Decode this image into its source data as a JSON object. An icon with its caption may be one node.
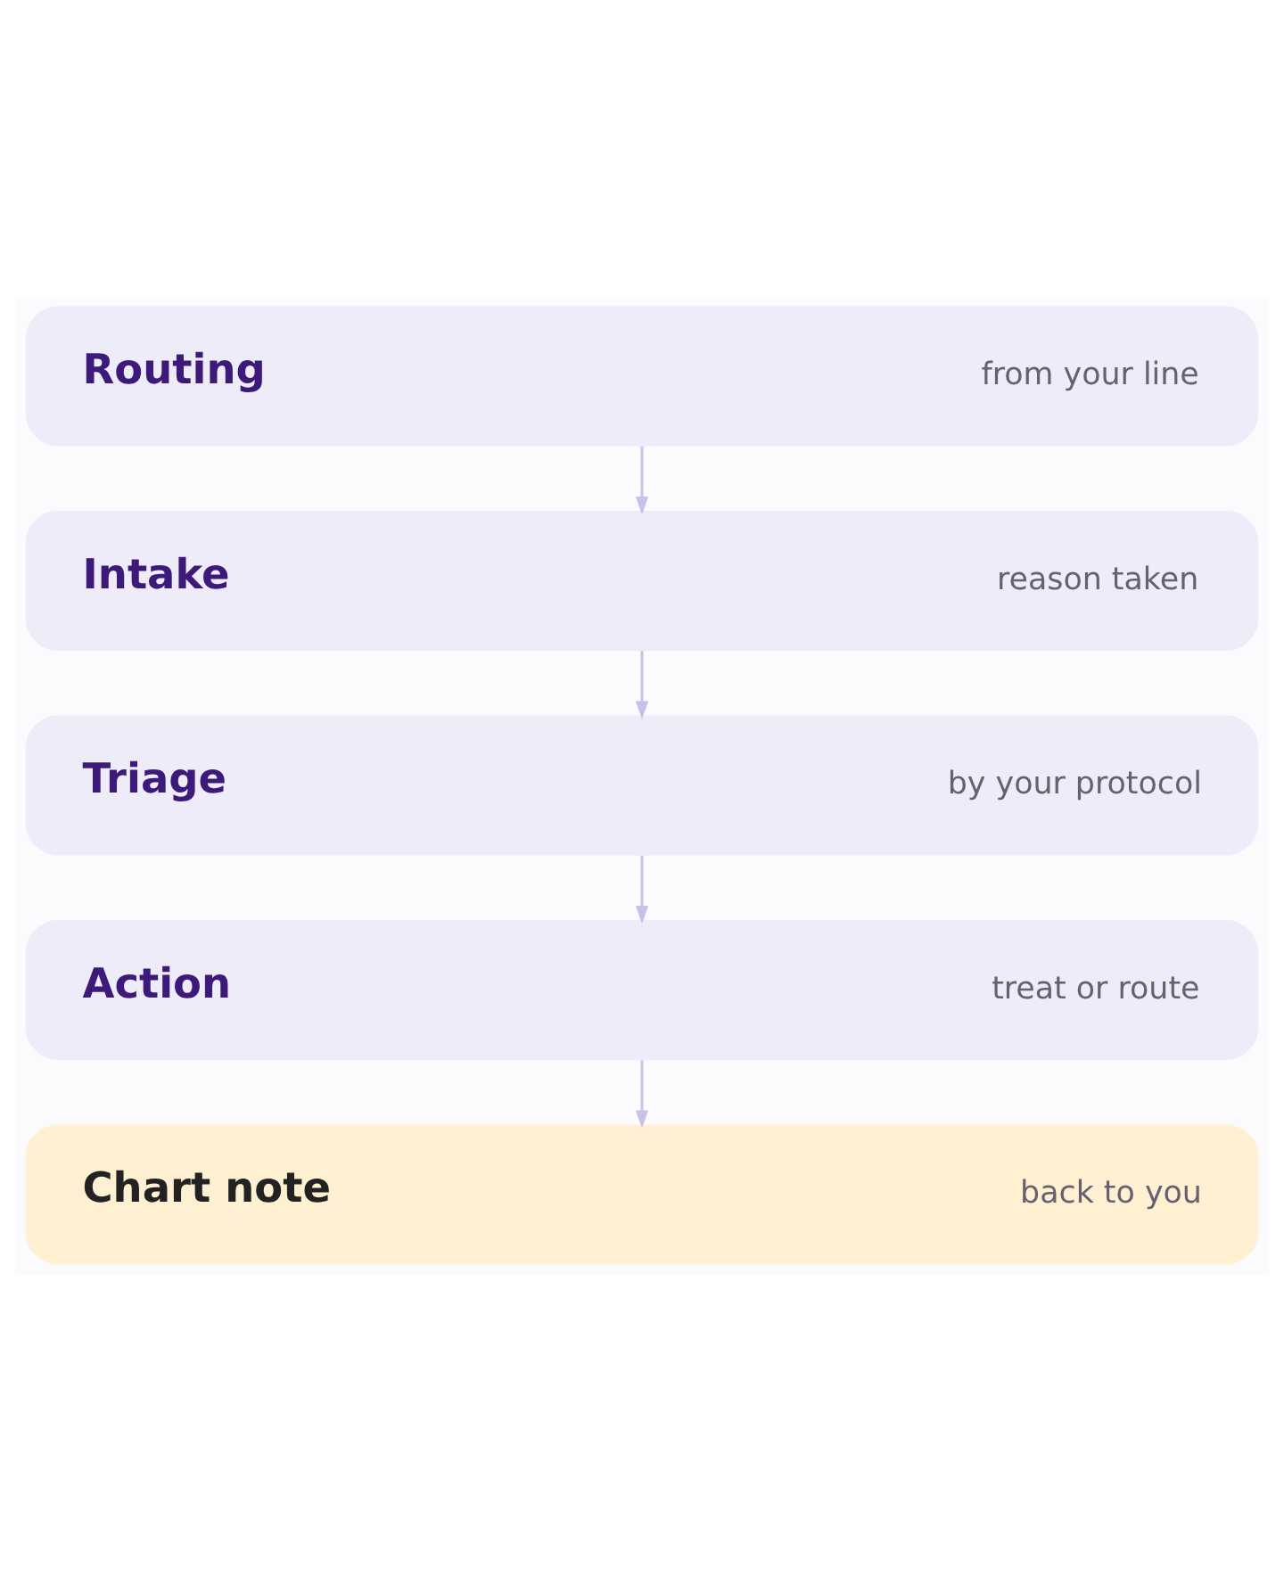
{
  "diagram": {
    "nodes": [
      {
        "text": [
          "Routing",
          "from your line"
        ]
      },
      {
        "text": [
          "Intake",
          "reason taken"
        ]
      },
      {
        "text": [
          "Triage",
          "by your protocol"
        ]
      },
      {
        "text": [
          "Action",
          "treat or route"
        ]
      },
      {
        "text": [
          "Chart note",
          "back to you"
        ]
      }
    ],
    "edges": [
      {
        "from": 0,
        "to": 1,
        "arrow": "to"
      },
      {
        "from": 1,
        "to": 2,
        "arrow": "to"
      },
      {
        "from": 2,
        "to": 3,
        "arrow": "to"
      },
      {
        "from": 3,
        "to": 4,
        "arrow": "to"
      }
    ]
  }
}
